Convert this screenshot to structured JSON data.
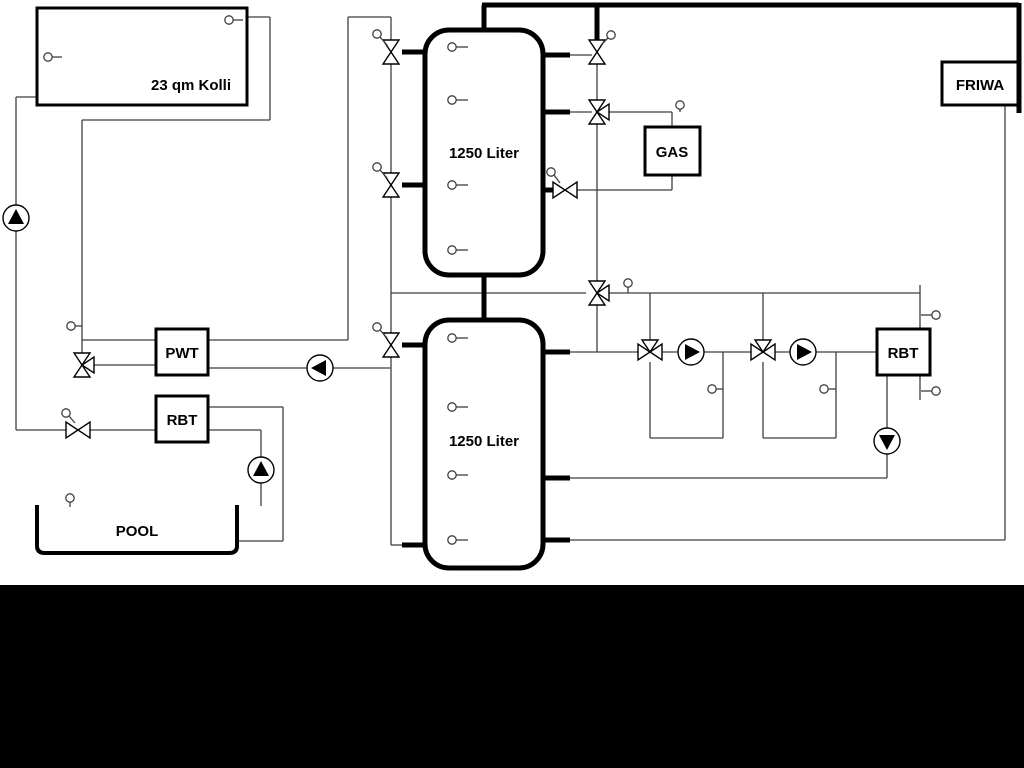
{
  "diagram": {
    "labels": {
      "collector": "23 qm Kolli",
      "tank_top": "1250 Liter",
      "tank_bottom": "1250 Liter",
      "gas": "GAS",
      "friwa": "FRIWA",
      "pwt": "PWT",
      "rbt_left": "RBT",
      "rbt_right": "RBT",
      "pool": "POOL"
    },
    "colors": {
      "pipe": "#3f3f3f",
      "outline": "#000000",
      "fill": "#ffffff",
      "footer": "#000000"
    }
  }
}
